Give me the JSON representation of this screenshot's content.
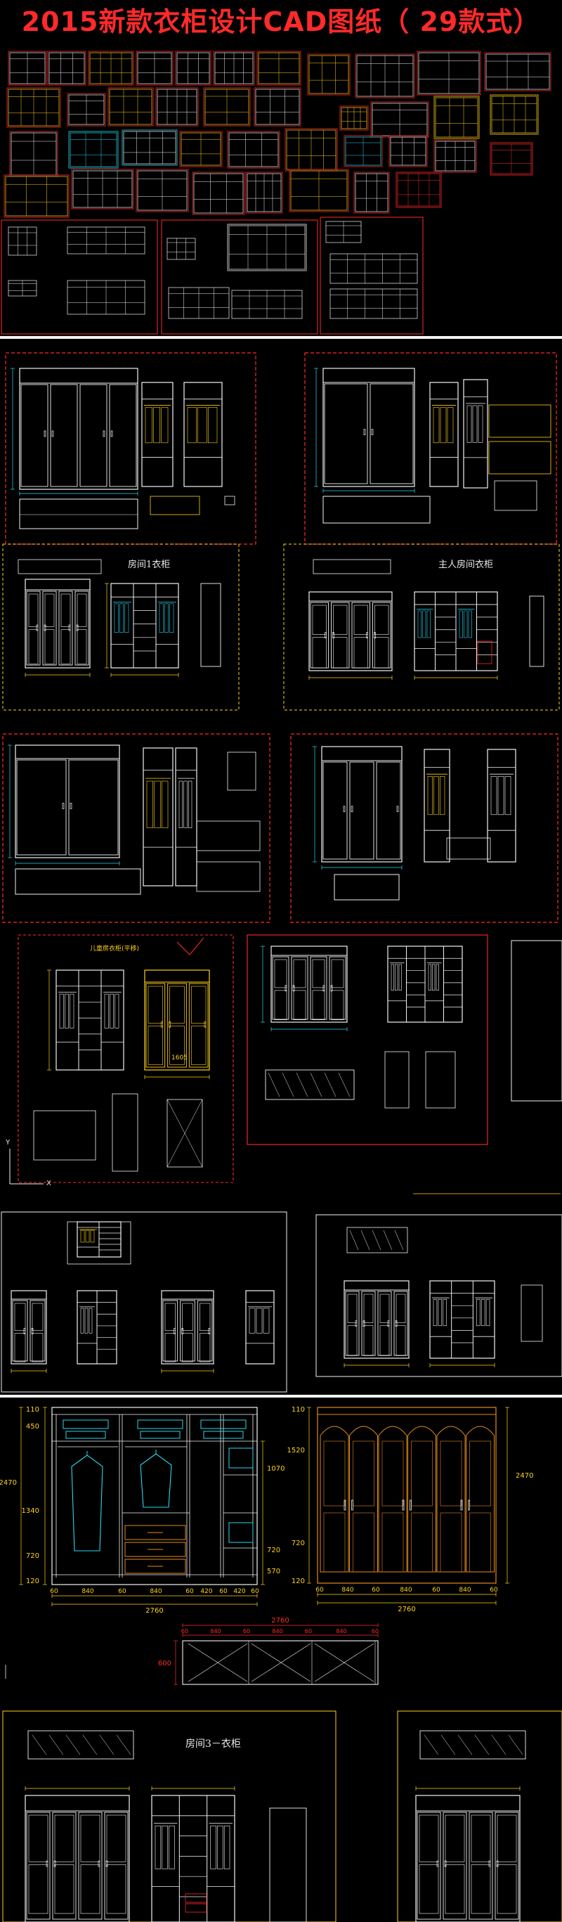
{
  "header": {
    "title": "2015新款衣柜设计CAD图纸（ 29款式）"
  },
  "labels": {
    "room1": "房间1衣柜",
    "master": "主人房间衣柜",
    "room3": "房间3－衣柜",
    "kids": "儿童房衣柜(平移)",
    "kids_width": "1605",
    "axis_x": "X",
    "axis_y": "Y"
  },
  "dims_left": {
    "vertical": [
      "110",
      "450",
      "1070",
      "2470",
      "1340",
      "720",
      "570",
      "120"
    ],
    "horizontal": [
      "60",
      "840",
      "60",
      "840",
      "60",
      "420",
      "60",
      "420",
      "60"
    ],
    "total": "2760"
  },
  "dims_right": {
    "vertical": [
      "110",
      "1520",
      "2470",
      "720",
      "120"
    ],
    "horizontal": [
      "60",
      "840",
      "60",
      "840",
      "60",
      "840",
      "60"
    ],
    "total": "2760"
  },
  "dims_plan": {
    "total": "2760",
    "horizontal": [
      "60",
      "840",
      "60",
      "840",
      "60",
      "840",
      "60"
    ],
    "depth": "600"
  },
  "colors": {
    "red": "#ff2a2a",
    "yellow": "#ffd21a",
    "cyan": "#29d8ef",
    "white": "#f2f2f2",
    "orange": "#e38a1a"
  }
}
